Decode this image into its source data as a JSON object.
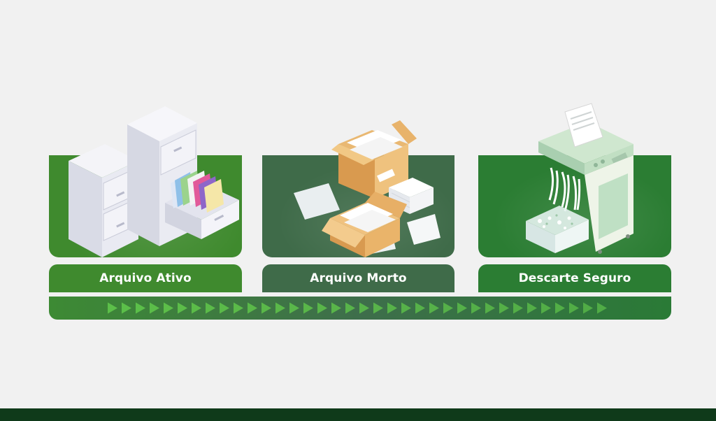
{
  "stages": [
    {
      "label": "Arquivo Ativo",
      "color": "#3f8a2e"
    },
    {
      "label": "Arquivo Morto",
      "color": "#3f6b49"
    },
    {
      "label": "Descarte Seguro",
      "color": "#2b7d33"
    }
  ],
  "track": {
    "arrow_count": 36,
    "arrow_color": "#5ec24a"
  },
  "footer_color": "#0f3a1a",
  "icons": {
    "stage1": "filing-cabinet-icon",
    "stage2": "cardboard-boxes-icon",
    "stage3": "paper-shredder-icon"
  }
}
